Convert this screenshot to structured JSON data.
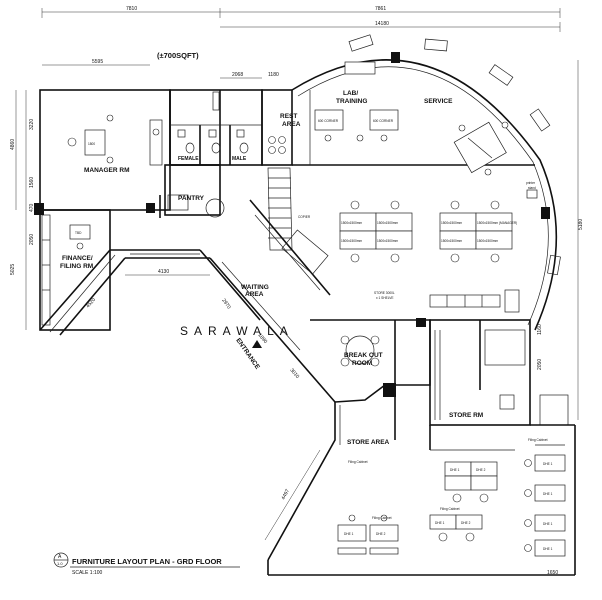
{
  "area_note": "(±700SQFT)",
  "rooms": {
    "manager": "MANAGER RM",
    "female": "FEMALE",
    "male": "MALE",
    "rest_1": "REST",
    "rest_2": "AREA",
    "lab_1": "LAB/",
    "lab_2": "TRAINING",
    "service": "SERVICE",
    "pantry": "PANTRY",
    "finance_1": "FINANCE/",
    "finance_2": "FILING RM",
    "waiting_1": "WAITING",
    "waiting_2": "AREA",
    "entrance": "ENTRANCE",
    "breakout_1": "BREAK OUT",
    "breakout_2": "ROOM",
    "store_rm": "STORE RM",
    "store_area": "STORE AREA",
    "copier": "COPIER",
    "printer_1": "printer",
    "printer_2": "stand"
  },
  "dimensions": {
    "top_left": "7810",
    "top_right": "7861",
    "top_span": "14180",
    "manager_width": "5595",
    "pantry_width": "2068",
    "rest_width": "1180",
    "left_3220": "3220",
    "left_4860": "4860",
    "left_1560": "1560",
    "left_470": "470",
    "left_2050": "2050",
    "left_5025": "5025",
    "mid_4130": "4130",
    "diag_4520": "4520",
    "diag_2970": "2970",
    "diag_1890": "1890",
    "diag_3010": "3010",
    "diag_4497": "4497",
    "right_1160": "1160",
    "right_2050": "2050",
    "right_5180": "5180",
    "bottom_1650": "1650"
  },
  "desks": {
    "ws_1": "1500x1500mm",
    "ws_2": "1500x1500mm",
    "ws_3": "1500x1500mm",
    "ws_4": "1500x1500mm",
    "ws_5": "1500x1500mm",
    "ws_6": "1500x1500mm (MANAGER)",
    "ws_7": "1500x1500mm",
    "ws_8": "1500x1500mm",
    "lab_1": "600 CORNER",
    "lab_2": "600 CORNER",
    "finance_desk": "TBD",
    "manager_desk": "1800",
    "store_note_1": "STORE 3000L",
    "store_note_2": "x 1 SHELVE",
    "shelf_1": "Filing Cabinet",
    "shelf_2": "Filing Cabinet",
    "shelf_3": "Filing Cabinet",
    "shelf_4": "Filing Cabinet",
    "store_desk_a": "DHE 1",
    "store_desk_b": "DHE 2",
    "store_desk_c": "DHE 1",
    "store_desk_d": "DHE 2",
    "store_desk_e": "DHE 1",
    "store_desk_f": "DHE 2",
    "right_desk_1": "DHE 1",
    "right_desk_2": "DHE 1",
    "right_desk_3": "DHE 1",
    "right_desk_4": "DHE 1"
  },
  "title": {
    "marker_top": "A",
    "marker_bottom": "1.0",
    "main": "FURNITURE LAYOUT PLAN - GRD FLOOR",
    "scale": "SCALE 1:100"
  },
  "watermark": "SARAWALA"
}
